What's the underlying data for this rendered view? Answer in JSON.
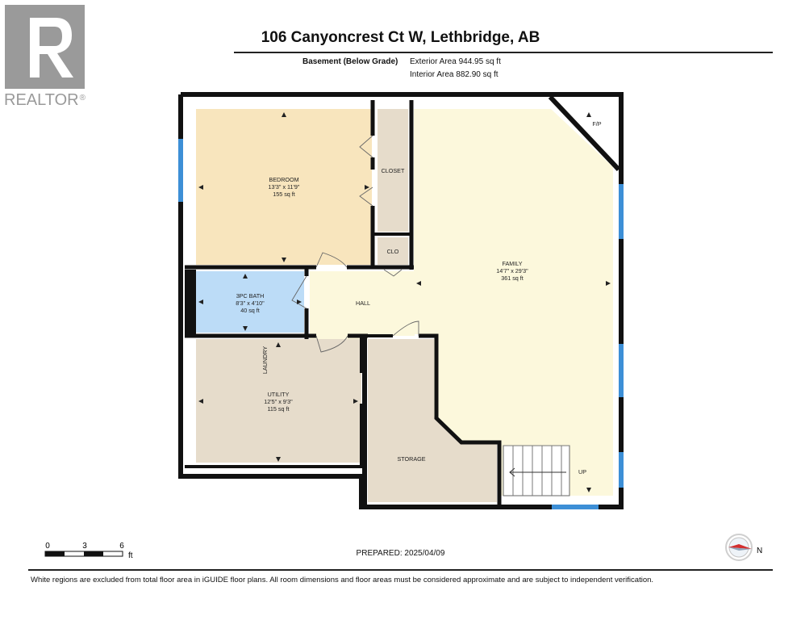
{
  "logo": {
    "text": "REALTOR",
    "symbol": "®",
    "icon": "realtor-r-logo",
    "color": "#9a9a9a"
  },
  "title": "106 Canyoncrest Ct W, Lethbridge, AB",
  "level": {
    "name": "Basement (Below Grade)",
    "exterior_area": "Exterior Area 944.95 sq ft",
    "interior_area": "Interior Area 882.90 sq ft"
  },
  "rooms": {
    "bedroom": {
      "name": "BEDROOM",
      "dims": "13'3\" x 11'9\"",
      "area": "155 sq ft",
      "fill": "#f8e5bd"
    },
    "closet": {
      "name": "CLOSET",
      "fill": "#e6dccb"
    },
    "clo": {
      "name": "CLO",
      "fill": "#e6dccb"
    },
    "family": {
      "name": "FAMILY",
      "dims": "14'7\" x 29'3\"",
      "area": "361 sq ft",
      "fill": "#fcf8dc"
    },
    "fireplace": {
      "name": "F/P"
    },
    "bath": {
      "name": "3PC BATH",
      "dims": "8'3\" x 4'10\"",
      "area": "40 sq ft",
      "fill": "#bcdcf7"
    },
    "hall": {
      "name": "HALL",
      "fill": "#fcf8dc"
    },
    "laundry": {
      "name": "LAUNDRY"
    },
    "utility": {
      "name": "UTILITY",
      "dims": "12'5\" x 9'3\"",
      "area": "115 sq ft",
      "fill": "#e6dccb"
    },
    "storage": {
      "name": "STORAGE",
      "fill": "#e6dccb"
    },
    "stairs": {
      "name": "UP"
    }
  },
  "colors": {
    "wall": "#111111",
    "window": "#3d8fd6"
  },
  "scale_bar": {
    "labels": [
      "0",
      "3",
      "6"
    ],
    "unit": "ft"
  },
  "prepared": "PREPARED: 2025/04/09",
  "compass": {
    "label": "N",
    "icon": "compass-icon"
  },
  "disclaimer": "White regions are excluded from total floor area in iGUIDE floor plans. All room dimensions and floor areas must be considered approximate and are subject to independent verification."
}
